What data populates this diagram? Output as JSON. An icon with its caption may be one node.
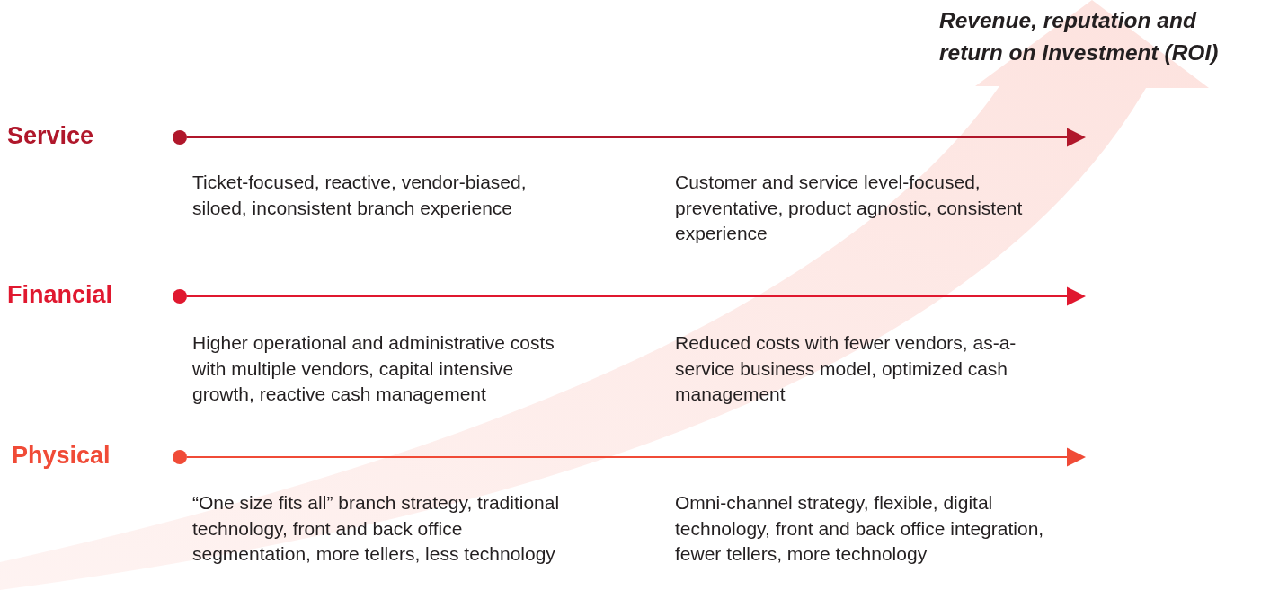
{
  "diagram": {
    "nodes": [
      {
        "text": [
          "Service"
        ]
      },
      {
        "text": [],
        "shape": "circle"
      },
      {
        "text": [
          "Financial"
        ]
      },
      {
        "text": [],
        "shape": "circle"
      },
      {
        "text": [
          "Physical"
        ]
      },
      {
        "text": [],
        "shape": "circle"
      }
    ],
    "edges": [
      {
        "from": 1,
        "to": null,
        "arrow": "to",
        "color": "#b0172b"
      },
      {
        "from": 3,
        "to": null,
        "arrow": "to",
        "color": "#e0182f"
      },
      {
        "from": 5,
        "to": null,
        "arrow": "to",
        "color": "#f04b37"
      }
    ],
    "labels": [
      "Revenue, reputation and return on Investment (ROI)",
      "Ticket-focused, reactive, vendor-biased, siloed, inconsistent branch experience",
      "Customer and service level-focused, preventative, product agnostic, consistent experience",
      "Higher operational and administrative costs with multiple vendors, capital intensive growth, reactive cash management",
      "Reduced costs with fewer vendors, as-a-service business model, optimized cash management",
      "“One size fits all” branch strategy, traditional technology, front and back office segmentation, more tellers, less technology",
      "Omni-channel strategy, flexible, digital technology, front and back office integration, fewer tellers, more technology"
    ]
  }
}
